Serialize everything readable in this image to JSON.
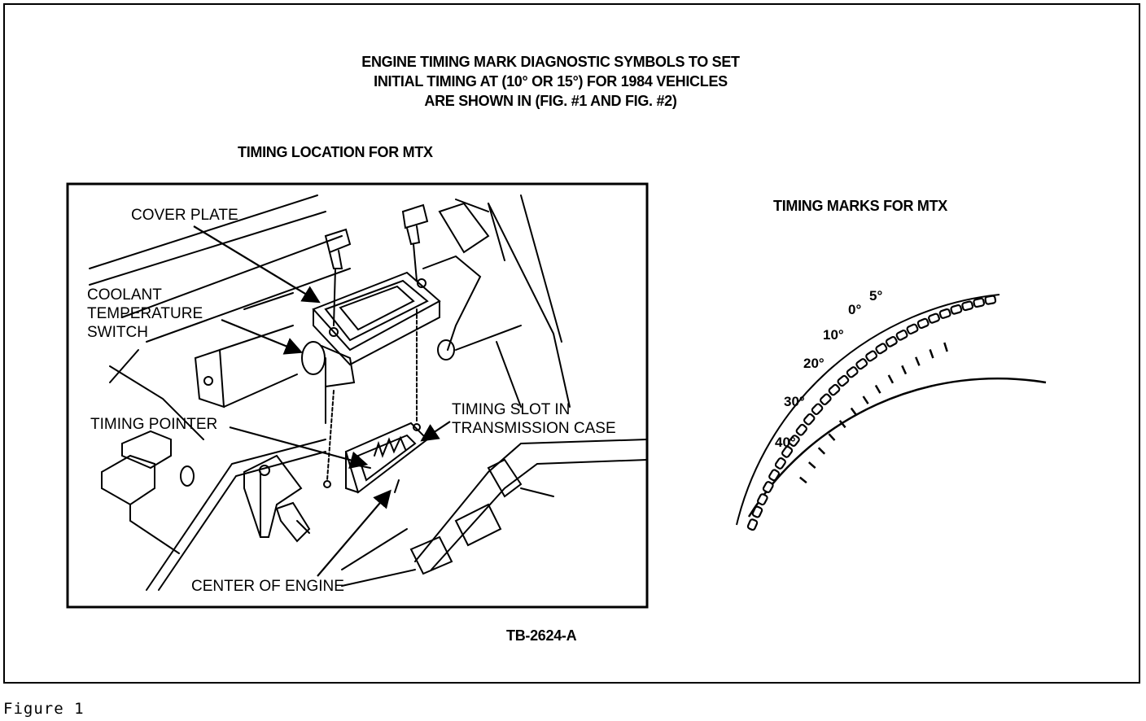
{
  "header": {
    "line1": "ENGINE TIMING MARK DIAGNOSTIC SYMBOLS TO SET",
    "line2": "INITIAL TIMING AT (10° OR 15°) FOR 1984 VEHICLES",
    "line3": "ARE SHOWN IN (FIG. #1 AND FIG. #2)"
  },
  "left_panel": {
    "title": "TIMING LOCATION FOR MTX",
    "labels": {
      "cover_plate": "COVER PLATE",
      "coolant_1": "COOLANT",
      "coolant_2": "TEMPERATURE",
      "coolant_3": "SWITCH",
      "timing_pointer": "TIMING POINTER",
      "timing_slot_1": "TIMING SLOT IN",
      "timing_slot_2": "TRANSMISSION CASE",
      "center_engine": "CENTER OF ENGINE"
    }
  },
  "right_panel": {
    "title": "TIMING MARKS FOR MTX",
    "marks": [
      "0°",
      "5°",
      "10°",
      "20°",
      "30°",
      "40°"
    ]
  },
  "reference": "TB-2624-A",
  "caption": "Figure 1"
}
